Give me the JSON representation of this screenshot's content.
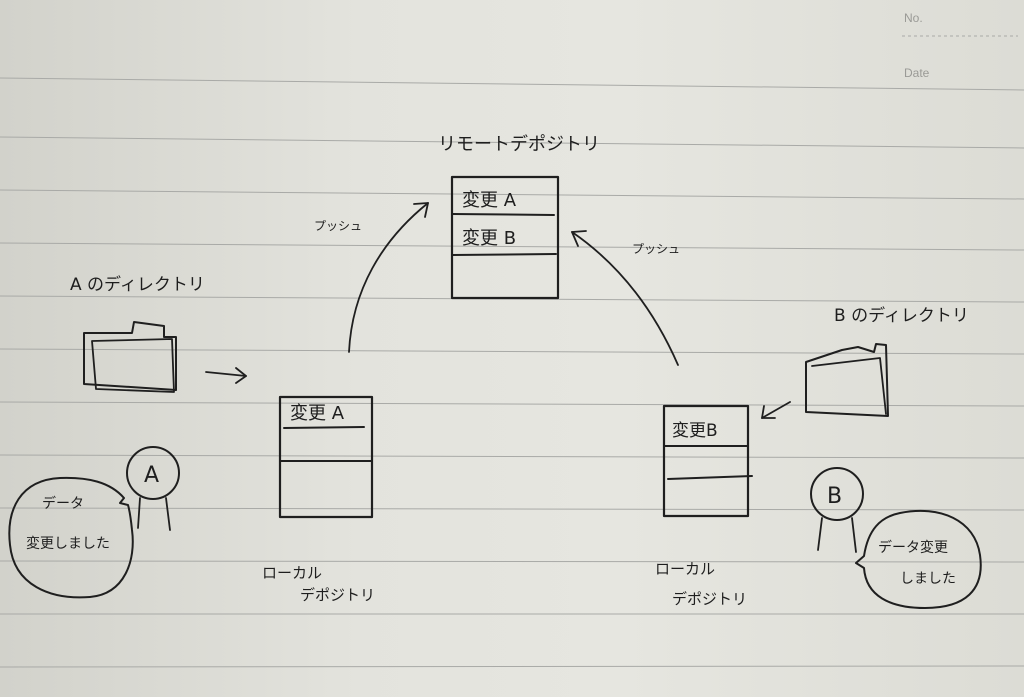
{
  "notebook_header": {
    "no_label": "No.",
    "date_label": "Date"
  },
  "remote_repository": {
    "title": "リモートデポジトリ",
    "rows": [
      "変更 A",
      "変更 B"
    ]
  },
  "push_labels": {
    "left": "プッシュ",
    "right": "プッシュ"
  },
  "user_a": {
    "directory_label": "A のディレクトリ",
    "avatar_letter": "A",
    "speech_line1": "データ",
    "speech_line2": "変更しました",
    "local_repository": {
      "rows": [
        "変更 A"
      ],
      "caption_line1": "ローカル",
      "caption_line2": "デポジトリ"
    }
  },
  "user_b": {
    "directory_label": "B のディレクトリ",
    "avatar_letter": "B",
    "speech_line1": "データ変更",
    "speech_line2": "しました",
    "local_repository": {
      "rows": [
        "変更B"
      ],
      "caption_line1": "ローカル",
      "caption_line2": "デポジトリ"
    }
  }
}
